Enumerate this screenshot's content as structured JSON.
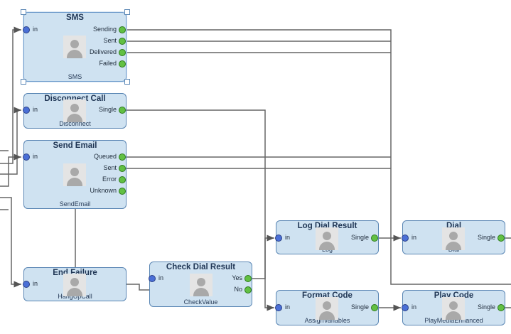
{
  "nodes": {
    "sms": {
      "title": "SMS",
      "subtitle": "SMS",
      "in": "in",
      "outputs": [
        "Sending",
        "Sent",
        "Delivered",
        "Failed"
      ]
    },
    "disconnect": {
      "title": "Disconnect Call",
      "subtitle": "Disconnect",
      "in": "in",
      "outputs": [
        "Single"
      ]
    },
    "email": {
      "title": "Send Email",
      "subtitle": "SendEmail",
      "in": "in",
      "outputs": [
        "Queued",
        "Sent",
        "Error",
        "Unknown"
      ]
    },
    "endfail": {
      "title": "End Failure",
      "subtitle": "HangUpCall",
      "in": "in",
      "outputs": []
    },
    "check": {
      "title": "Check Dial Result",
      "subtitle": "CheckValue",
      "in": "in",
      "outputs": [
        "Yes",
        "No"
      ]
    },
    "logdial": {
      "title": "Log Dial Result",
      "subtitle": "Log",
      "in": "in",
      "outputs": [
        "Single"
      ]
    },
    "dial": {
      "title": "Dial",
      "subtitle": "Dial",
      "in": "in",
      "outputs": [
        "Single"
      ]
    },
    "format": {
      "title": "Format Code",
      "subtitle": "AssignVariables",
      "in": "in",
      "outputs": [
        "Single"
      ]
    },
    "play": {
      "title": "Play Code",
      "subtitle": "PlayMediaEnhanced",
      "in": "in",
      "outputs": [
        "Single"
      ]
    }
  },
  "colors": {
    "node_fill": "#cfe2f1",
    "node_border": "#5a86b4",
    "in_pin": "#4a6fd6",
    "out_pin": "#62c043",
    "wire": "#666666"
  },
  "icons": {
    "node_icon": "person-placeholder-icon"
  }
}
